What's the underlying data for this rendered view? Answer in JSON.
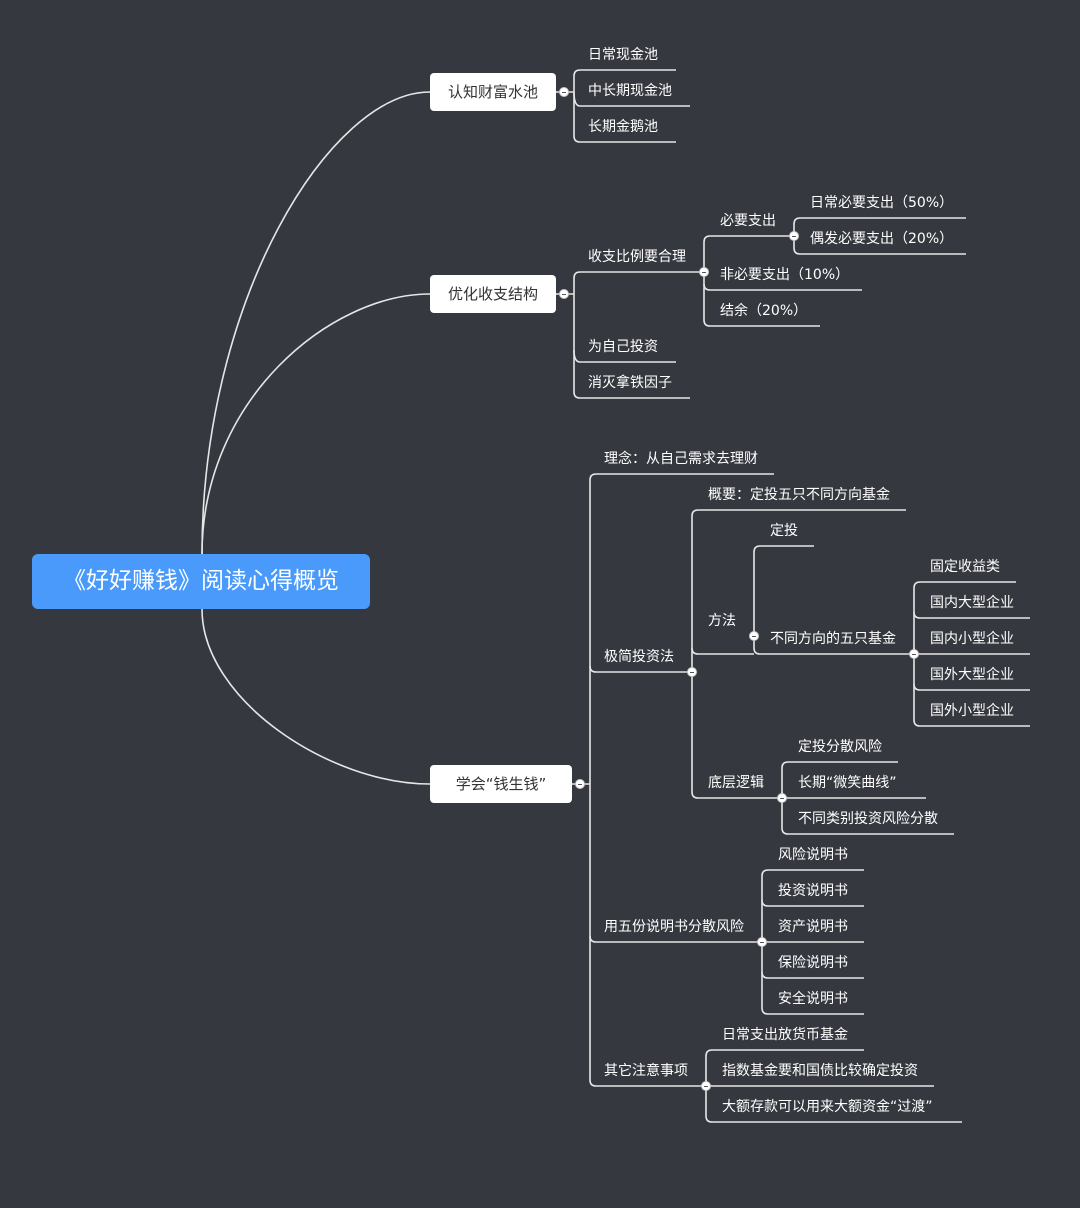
{
  "root": "《好好赚钱》阅读心得概览",
  "branch1": {
    "title": "认知财富水池",
    "items": [
      "日常现金池",
      "中长期现金池",
      "长期金鹅池"
    ]
  },
  "branch2": {
    "title": "优化收支结构",
    "ratio": "收支比例要合理",
    "necessary": "必要支出",
    "daily": "日常必要支出（50%）",
    "occasional": "偶发必要支出（20%）",
    "unnecessary": "非必要支出（10%）",
    "surplus": "结余（20%）",
    "invest_self": "为自己投资",
    "eliminate": "消灭拿铁因子"
  },
  "branch3": {
    "title": "学会“钱生钱”",
    "concept": "理念：从自己需求去理财",
    "minimal": {
      "title": "极简投资法",
      "overview": "概要：定投五只不同方向基金",
      "method": "方法",
      "fixed": "定投",
      "five_funds": "不同方向的五只基金",
      "funds": [
        "固定收益类",
        "国内大型企业",
        "国内小型企业",
        "国外大型企业",
        "国外小型企业"
      ],
      "logic": "底层逻辑",
      "logic_items": [
        "定投分散风险",
        "长期“微笑曲线”",
        "不同类别投资风险分散"
      ]
    },
    "manuals": {
      "title": "用五份说明书分散风险",
      "items": [
        "风险说明书",
        "投资说明书",
        "资产说明书",
        "保险说明书",
        "安全说明书"
      ]
    },
    "notes": {
      "title": "其它注意事项",
      "items": [
        "日常支出放货币基金",
        "指数基金要和国债比较确定投资",
        "大额存款可以用来大额资金“过渡”"
      ]
    }
  }
}
